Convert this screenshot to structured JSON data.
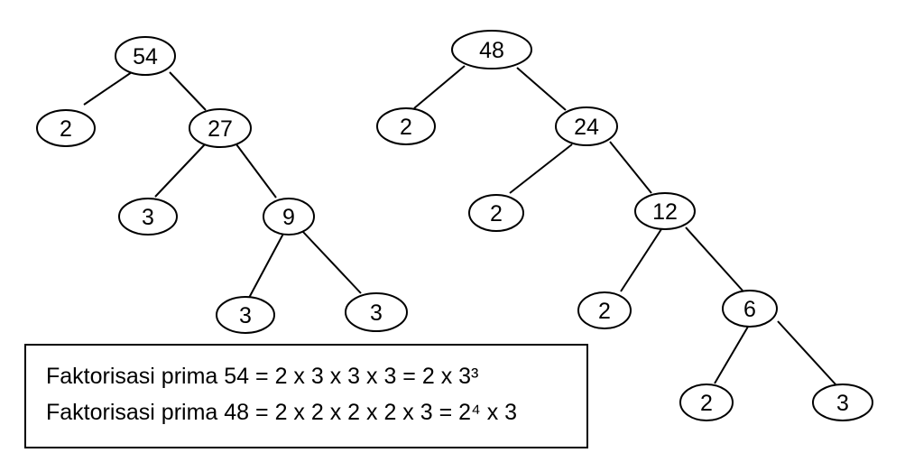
{
  "tree_54": {
    "root": "54",
    "n_2": "2",
    "n_27": "27",
    "n_3a": "3",
    "n_9": "9",
    "n_3b": "3",
    "n_3c": "3"
  },
  "tree_48": {
    "root": "48",
    "n_2a": "2",
    "n_24": "24",
    "n_2b": "2",
    "n_12": "12",
    "n_2c": "2",
    "n_6": "6",
    "n_2d": "2",
    "n_3": "3"
  },
  "result": {
    "line_1": "Faktorisasi prima 54 = 2 x 3 x 3 x 3 = 2 x 3³",
    "line_2": "Faktorisasi prima 48 = 2 x 2 x 2 x 2 x 3 = 2⁴ x 3"
  }
}
